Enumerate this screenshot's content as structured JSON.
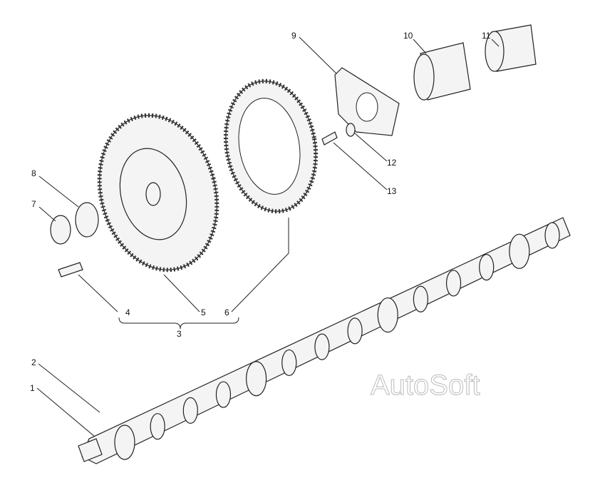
{
  "diagram": {
    "callouts": [
      "1",
      "2",
      "3",
      "4",
      "5",
      "6",
      "7",
      "8",
      "9",
      "10",
      "11",
      "12",
      "13"
    ],
    "watermark": "AutoSoft"
  }
}
